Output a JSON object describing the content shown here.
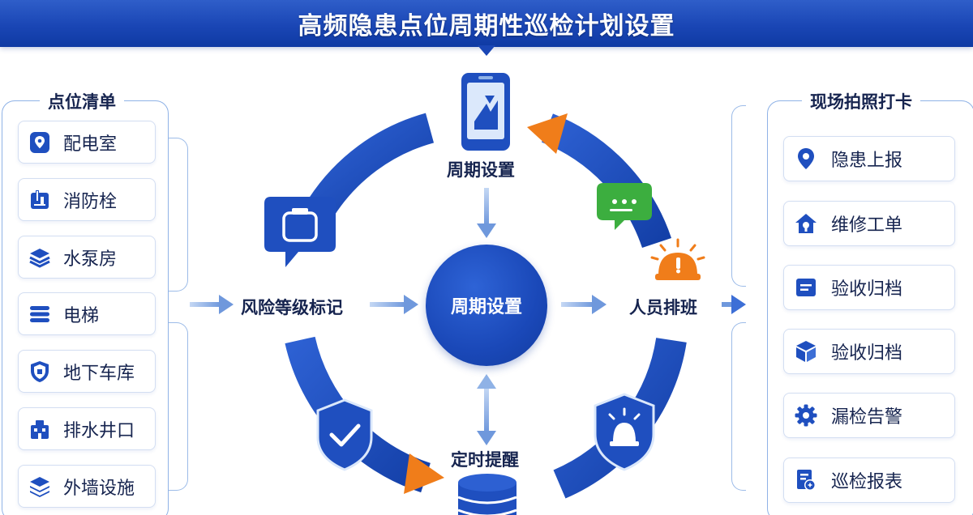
{
  "header": {
    "title": "高频隐患点位周期性巡检计划设置"
  },
  "left_panel": {
    "title": "点位清单",
    "items": [
      {
        "label": "配电室",
        "icon": "location-shield-icon"
      },
      {
        "label": "消防栓",
        "icon": "hydrant-icon"
      },
      {
        "label": "水泵房",
        "icon": "layers-icon"
      },
      {
        "label": "电梯",
        "icon": "bars-icon"
      },
      {
        "label": "地下车库",
        "icon": "shield-icon"
      },
      {
        "label": "排水井口",
        "icon": "building-icon"
      },
      {
        "label": "外墙设施",
        "icon": "stack-icon"
      }
    ]
  },
  "right_panel": {
    "title": "现场拍照打卡",
    "items": [
      {
        "label": "隐患上报",
        "icon": "location-pin-icon"
      },
      {
        "label": "维修工单",
        "icon": "home-wrench-icon"
      },
      {
        "label": "验收归档",
        "icon": "document-icon"
      },
      {
        "label": "验收归档",
        "icon": "cube-stack-icon"
      },
      {
        "label": "漏检告警",
        "icon": "gear-icon"
      },
      {
        "label": "巡检报表",
        "icon": "report-icon"
      }
    ]
  },
  "cycle": {
    "top_label": "周期设置",
    "center_label": "周期设置",
    "left_label": "风险等级标记",
    "right_label": "人员排班",
    "bottom_label": "定时提醒"
  },
  "colors": {
    "primary": "#1a48b8",
    "accent_orange": "#f07d1a",
    "accent_green": "#3cae3f",
    "arrow_light": "#8fb2e6"
  }
}
